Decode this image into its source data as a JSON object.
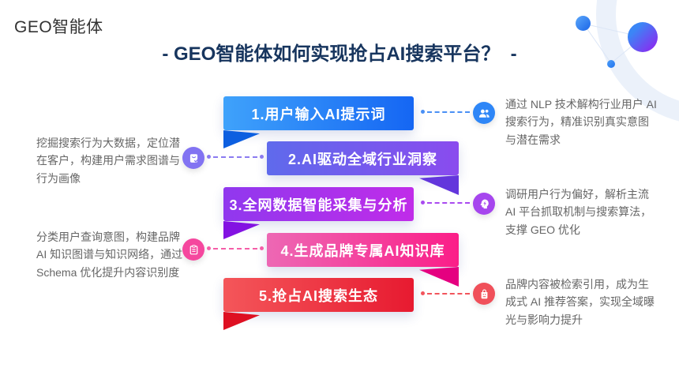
{
  "header": {
    "logo": "GEO智能体",
    "title": "- GEO智能体如何实现抢占AI搜索平台？  -"
  },
  "steps": [
    {
      "label": "1.用户输入AI提示词",
      "side": "right",
      "icon": "users-icon",
      "description": "通过 NLP 技术解构行业用户 AI 搜索行为，精准识别真实意图与潜在需求"
    },
    {
      "label": "2.AI驱动全域行业洞察",
      "side": "left",
      "icon": "document-check-icon",
      "description": "挖掘搜索行为大数据，定位潜在客户，构建用户需求图谱与行为画像"
    },
    {
      "label": "3.全网数据智能采集与分析",
      "side": "right",
      "icon": "head-bolt-icon",
      "description": "调研用户行为偏好，解析主流 AI 平台抓取机制与搜索算法，支撑 GEO 优化"
    },
    {
      "label": "4.生成品牌专属AI知识库",
      "side": "left",
      "icon": "clipboard-icon",
      "description": "分类用户查询意图，构建品牌 AI 知识图谱与知识网络，通过 Schema 优化提升内容识别度"
    },
    {
      "label": "5.抢占AI搜索生态",
      "side": "right",
      "icon": "shopping-bag-icon",
      "description": "品牌内容被检索引用，成为生成式 AI 推荐答案，实现全域曝光与影响力提升"
    }
  ],
  "colors": {
    "title_text": "#17355E",
    "logo_text": "#333333",
    "description_text": "#666666",
    "step1_gradient_start": "#3FA2FB",
    "step1_gradient_end": "#1566F3",
    "step1_fold": "#0D5FE0",
    "step1_accent": "#2E86F7",
    "step2_gradient_start": "#5F6AEC",
    "step2_gradient_end": "#8A4BEE",
    "step2_fold": "#6336DC",
    "step2_accent": "#8273F2",
    "step3_gradient_start": "#9038EE",
    "step3_gradient_end": "#C02CE9",
    "step3_fold": "#8312E2",
    "step3_accent": "#A646EE",
    "step4_gradient_start": "#ED68B4",
    "step4_gradient_end": "#FB1E88",
    "step4_fold": "#E50080",
    "step4_accent": "#F5479E",
    "step5_gradient_start": "#F4565A",
    "step5_gradient_end": "#E71A30",
    "step5_fold": "#DE1022",
    "step5_accent": "#F0505A",
    "decoration_arc": "#EBF1FA"
  }
}
